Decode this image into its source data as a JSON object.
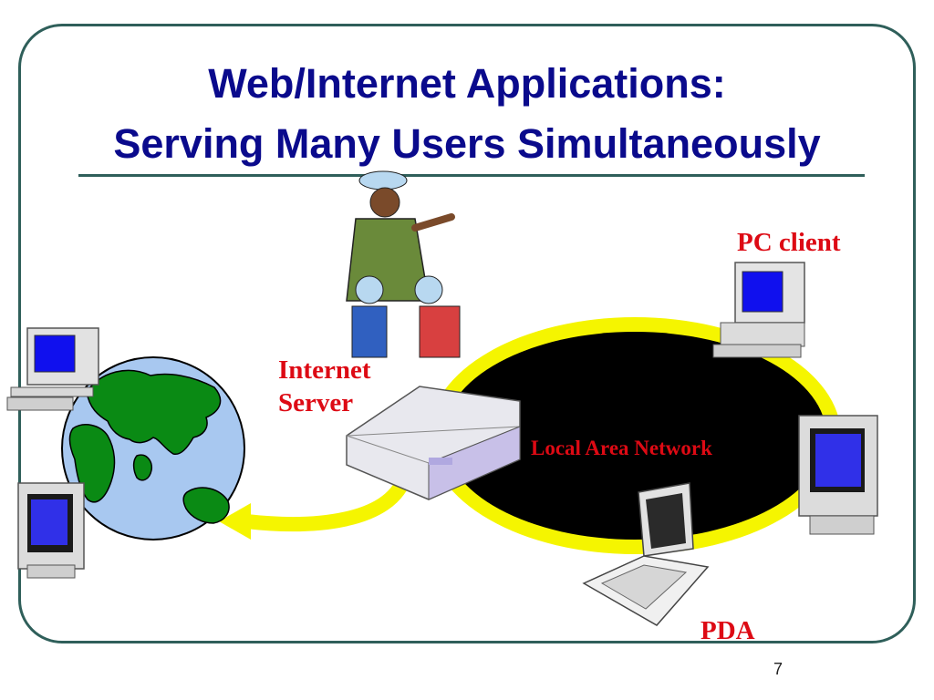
{
  "slide": {
    "title_line1": "Web/Internet Applications:",
    "title_line2": "Serving Many Users Simultaneously",
    "page_number": "7"
  },
  "labels": {
    "pc_client": "PC client",
    "internet_server": "Internet Server",
    "lan": "Local Area Network",
    "pda": "PDA"
  },
  "colors": {
    "title": "#0a0a8c",
    "frame": "#2f5f5a",
    "label_red": "#dd0a14",
    "lan_fill": "#000000",
    "lan_ring": "#f5f500",
    "globe_ocean": "#a8c8f0",
    "globe_land": "#0a8a14"
  },
  "icons": [
    "globe-icon",
    "pc-client-icon",
    "terminal-icon",
    "server-icon",
    "pda-laptop-icon",
    "teacher-children-clipart"
  ]
}
